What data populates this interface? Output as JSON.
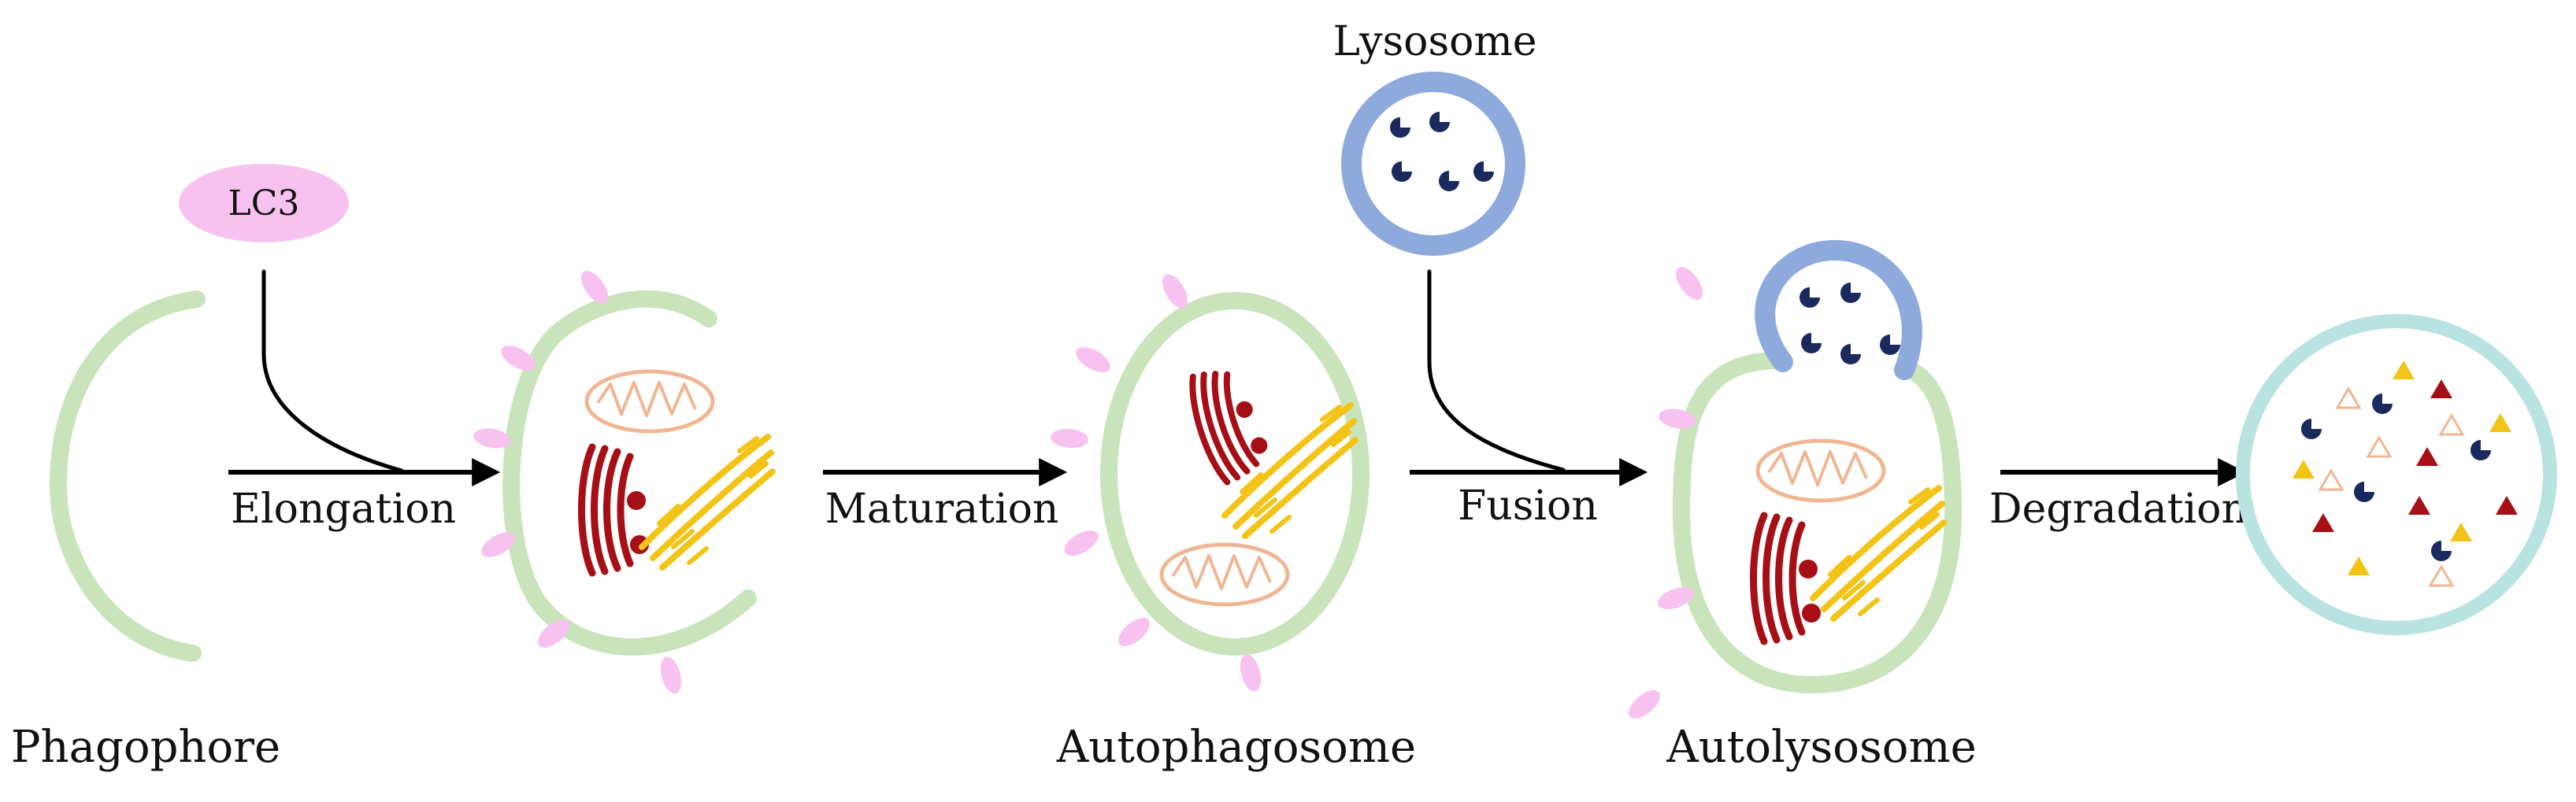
{
  "labels": {
    "lc3": "LC3",
    "lysosome": "Lysosome",
    "phagophore": "Phagophore",
    "autophagosome": "Autophagosome",
    "autolysosome": "Autolysosome"
  },
  "steps": {
    "elongation": "Elongation",
    "maturation": "Maturation",
    "fusion": "Fusion",
    "degradation": "Degradation"
  },
  "colors": {
    "membrane": "#c9e3bb",
    "lc3": "#f7c2ef",
    "lysosome_membrane": "#8ea9dc",
    "enzyme": "#1a2a5e",
    "er": "#a50f15",
    "golgi": "#f3c316",
    "mitochondria": "#f0b693",
    "vesicle": "#b8e3e0"
  }
}
